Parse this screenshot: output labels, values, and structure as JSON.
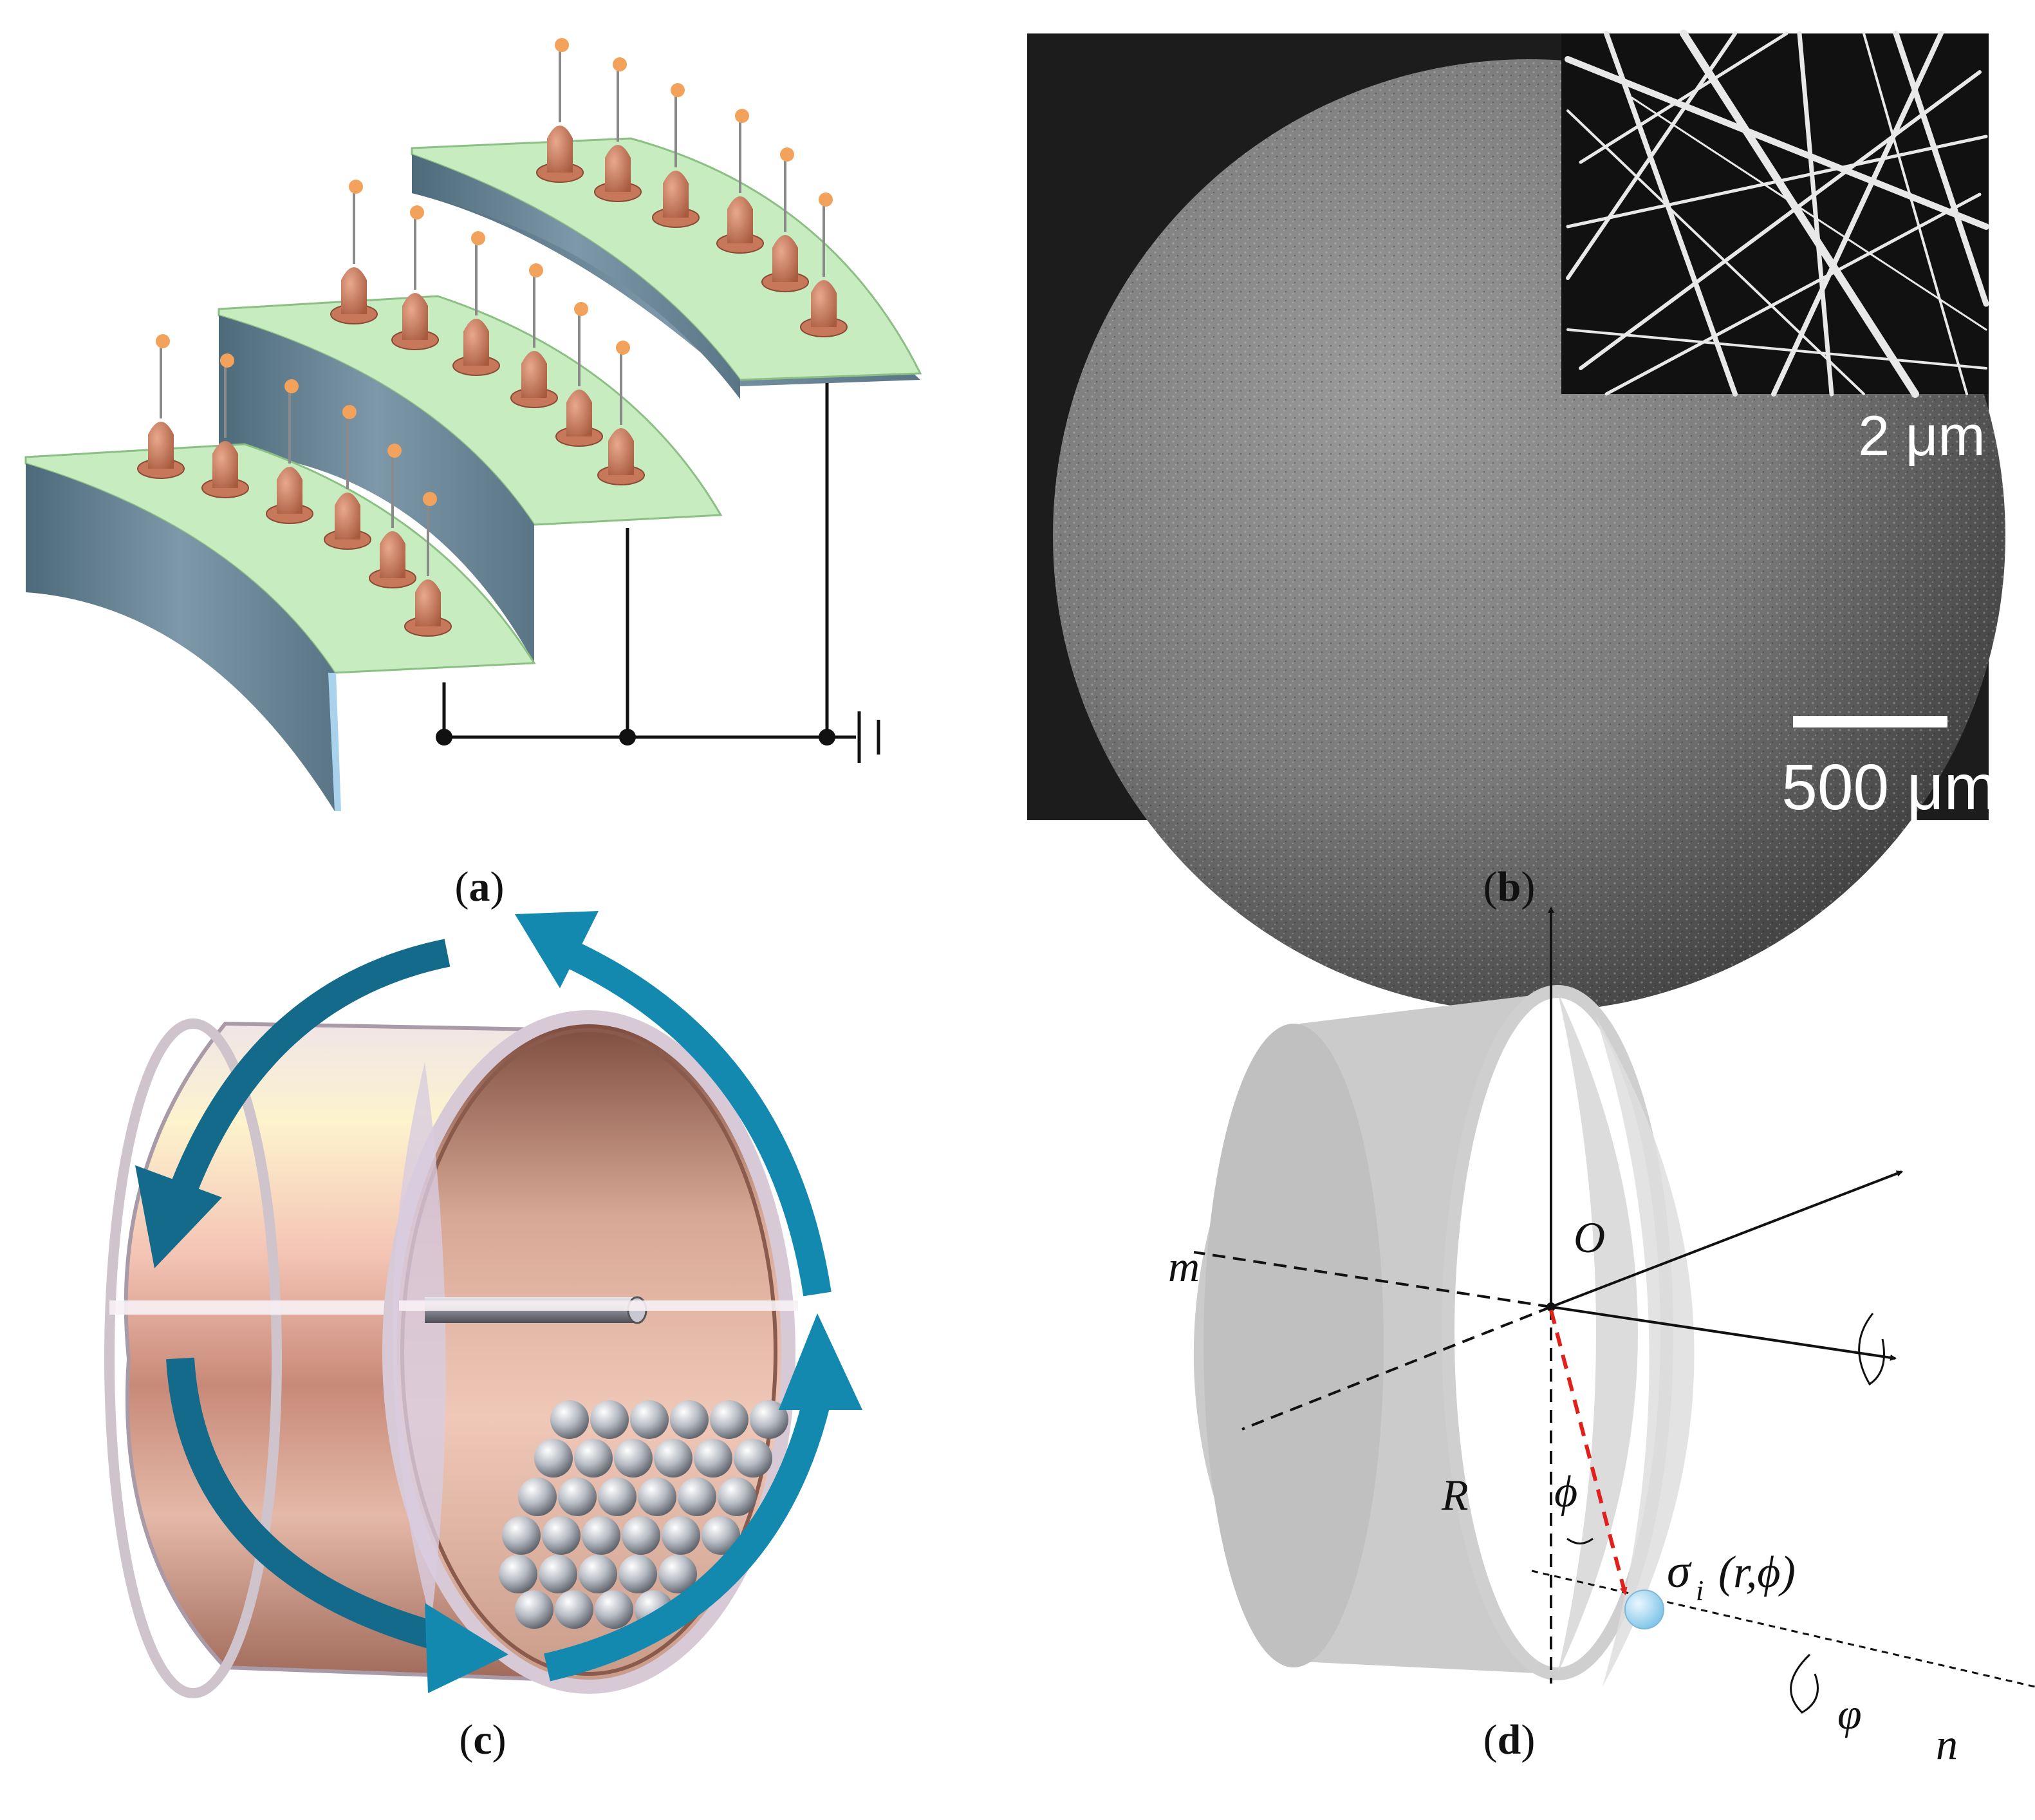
{
  "figure": {
    "panels": [
      {
        "id": "a",
        "caption": "a",
        "description_kind": "electrospinning-stair-setup"
      },
      {
        "id": "b",
        "caption": "b",
        "inset_scale_label": "2 μm",
        "scale_label": "500 μm"
      },
      {
        "id": "c",
        "caption": "c",
        "description_kind": "rotating-drum-with-beads"
      },
      {
        "id": "d",
        "caption": "d",
        "labels": {
          "origin": "O",
          "m_axis": "m",
          "n_axis": "n",
          "radius": "R",
          "angle": "ϕ",
          "rotation": "φ",
          "charge_symbol": "σ",
          "charge_sub": "i",
          "charge_args": "(r,ϕ)"
        }
      }
    ]
  },
  "colors": {
    "plate_top": "#c7ecc0",
    "plate_face": "#5f7b8c",
    "needle_copper": "#c8785a",
    "tip_orange": "#f3a25c",
    "arrow_blue": "#1389b0",
    "arrow_dark": "#146a8a",
    "drum_copper": "#c89080",
    "ring_grey": "#d9d9d9",
    "dash_red": "#e0201a",
    "bead_blue": "#8fd0ef"
  }
}
